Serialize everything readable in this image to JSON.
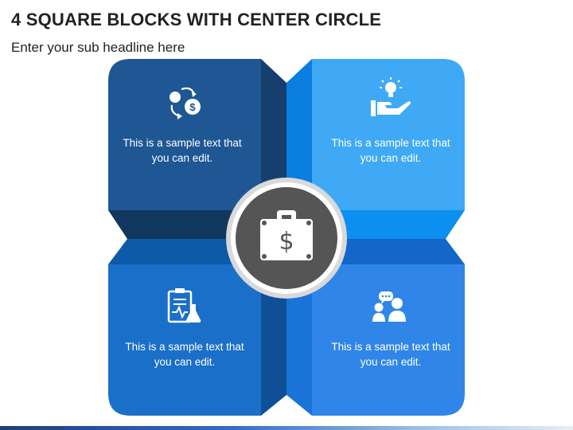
{
  "header": {
    "title": "4 SQUARE BLOCKS WITH CENTER CIRCLE",
    "subtitle": "Enter your sub headline here"
  },
  "blocks": [
    {
      "position": "top-left",
      "icon": "money-exchange-icon",
      "text": "This is a sample text that you can edit.",
      "color": "#1e5794"
    },
    {
      "position": "top-right",
      "icon": "idea-hand-icon",
      "text": "This is a sample text that you can edit.",
      "color": "#3fa9f5"
    },
    {
      "position": "bottom-left",
      "icon": "clipboard-lab-icon",
      "text": "This is a sample text that you can edit.",
      "color": "#1a6fc9"
    },
    {
      "position": "bottom-right",
      "icon": "people-chat-icon",
      "text": "This is a sample text that you can edit.",
      "color": "#2f86e8"
    }
  ],
  "center": {
    "icon": "briefcase-dollar-icon",
    "color": "#555555"
  },
  "colors": {
    "fold_top_left": "#163f6e",
    "fold_top_right": "#0a7de0",
    "fold_bottom_left": "#0d5aa8",
    "fold_bottom_right": "#1a73d6",
    "accent_bar": "#1b3f7a"
  }
}
